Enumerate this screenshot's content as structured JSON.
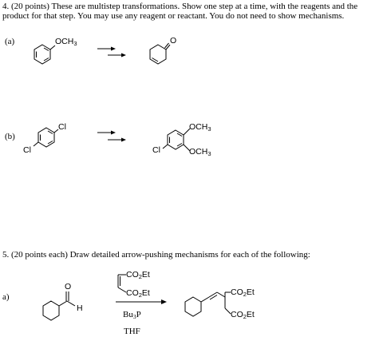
{
  "q4": {
    "line1": "4.  (20 points)  These are multistep transformations.  Show one step at a time, with the reagents and the",
    "line2": "product for that step.  You may use any reagent or reactant.  You do not need to show mechanisms.",
    "a": {
      "label": "(a)",
      "start_substituent": "OCH",
      "start_substituent_sub": "3",
      "product_carbonyl": "O"
    },
    "b": {
      "label": "(b)",
      "start_cl_top": "Cl",
      "start_cl_left": "Cl",
      "product_och3_top": "OCH",
      "product_och3_top_sub": "3",
      "product_och3_bottom": "OCH",
      "product_och3_bottom_sub": "3",
      "product_cl": "Cl"
    }
  },
  "q5": {
    "line1": "5.  (20 points each)  Draw detailed arrow-pushing mechanisms for each of the following:",
    "a": {
      "label": "a)",
      "aldehyde_o": "O",
      "aldehyde_h": "H",
      "reagent_top_co2et_1": "CO",
      "reagent_top_co2et_1_sub": "2",
      "reagent_top_co2et_1_tail": "Et",
      "reagent_top_co2et_2": "CO",
      "reagent_top_co2et_2_sub": "2",
      "reagent_top_co2et_2_tail": "Et",
      "catalyst": "Bu",
      "catalyst_sub": "3",
      "catalyst_tail": "P",
      "solvent": "THF",
      "product_co2et_1": "CO",
      "product_co2et_1_sub": "2",
      "product_co2et_1_tail": "Et",
      "product_co2et_2": "CO",
      "product_co2et_2_sub": "2",
      "product_co2et_2_tail": "Et"
    }
  }
}
